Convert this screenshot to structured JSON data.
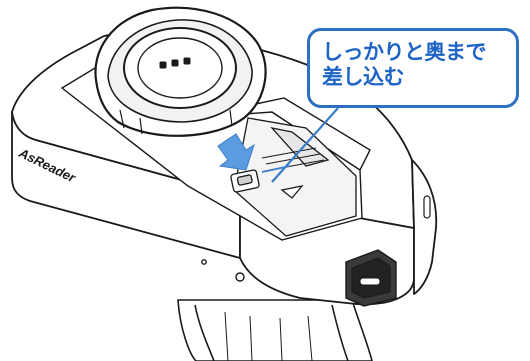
{
  "callout": {
    "line1": "しっかりと奥まで",
    "line2": "差し込む"
  },
  "device": {
    "brand_label": "AsReader"
  },
  "colors": {
    "callout_text": "#1e63c6",
    "callout_border": "#2e6fbf",
    "arrow": "#5b9be0",
    "outline": "#1a1a1a"
  }
}
